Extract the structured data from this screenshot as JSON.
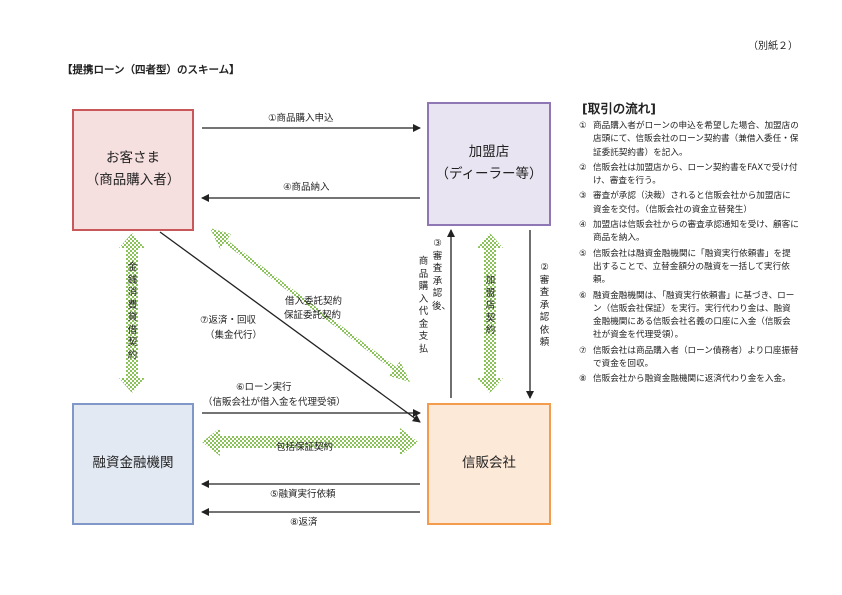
{
  "page_note": "（別紙２）",
  "doc_title": "【提携ローン（四者型）のスキーム】",
  "colors": {
    "customer_border": "#c9585a",
    "customer_fill": "#f6dfdf",
    "dealer_border": "#8e77b4",
    "dealer_fill": "#e9e4f1",
    "bank_border": "#7f98c7",
    "bank_fill": "#e3e9f3",
    "credit_border": "#f39c4d",
    "credit_fill": "#fde9d8",
    "contract_arrow": "#8cc25a"
  },
  "entities": {
    "customer": {
      "line1": "お客さま",
      "line2": "（商品購入者）"
    },
    "dealer": {
      "line1": "加盟店",
      "line2": "（ディーラー等）"
    },
    "bank": {
      "line1": "融資金融機関"
    },
    "credit": {
      "line1": "信販会社"
    }
  },
  "flows": {
    "f1": "①商品購入申込",
    "f4": "④商品納入",
    "f6a": "⑥ローン実行",
    "f6b": "（信販会社が借入金を代理受領）",
    "f5": "⑤融資実行依頼",
    "f8": "⑧返済",
    "f7a": "⑦返済・回収",
    "f7b": "（集金代行）",
    "f2": "②審査承認依頼",
    "f3a": "③審査承認後、",
    "f3b": "商品購入代金支払"
  },
  "contracts": {
    "loan": "金銭消費貸借契約",
    "dealer": "加盟店契約",
    "guarantee_a": "借入委託契約",
    "guarantee_b": "保証委託契約",
    "blanket": "包括保証契約"
  },
  "process": {
    "title": "[取引の流れ]",
    "items": [
      {
        "num": "①",
        "text": "商品購入者がローンの申込を希望した場合、加盟店の店頭にて、信販会社のローン契約書（兼借入委任・保証委託契約書）を記入。"
      },
      {
        "num": "②",
        "text": "信販会社は加盟店から、ローン契約書をFAXで受け付け、審査を行う。"
      },
      {
        "num": "③",
        "text": "審査が承認（決裁）されると信販会社から加盟店に資金を交付。（信販会社の資金立替発生）"
      },
      {
        "num": "④",
        "text": "加盟店は信販会社からの審査承認通知を受け、顧客に商品を納入。"
      },
      {
        "num": "⑤",
        "text": "信販会社は融資金融機関に「融資実行依頼書」を提出することで、立替金額分の融資を一括して実行依頼。"
      },
      {
        "num": "⑥",
        "text": "融資金融機関は、「融資実行依頼書」に基づき、ローン（信販会社保証）を実行。実行代わり金は、融資金融機関にある信販会社名義の口座に入金（信販会社が資金を代理受領）。"
      },
      {
        "num": "⑦",
        "text": "信販会社は商品購入者（ローン債務者）より口座振替で資金を回収。"
      },
      {
        "num": "⑧",
        "text": "信販会社から融資金融機関に返済代わり金を入金。"
      }
    ]
  }
}
